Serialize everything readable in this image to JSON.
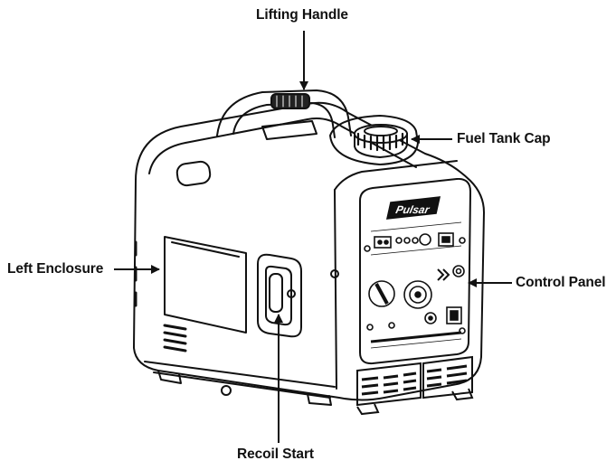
{
  "diagram": {
    "labels": {
      "lifting_handle": "Lifting Handle",
      "fuel_tank_cap": "Fuel Tank Cap",
      "left_enclosure": "Left Enclosure",
      "control_panel": "Control Panel",
      "recoil_start": "Recoil Start"
    },
    "brand_logo": "Pulsar",
    "colors": {
      "line": "#111111",
      "background": "#ffffff"
    }
  }
}
